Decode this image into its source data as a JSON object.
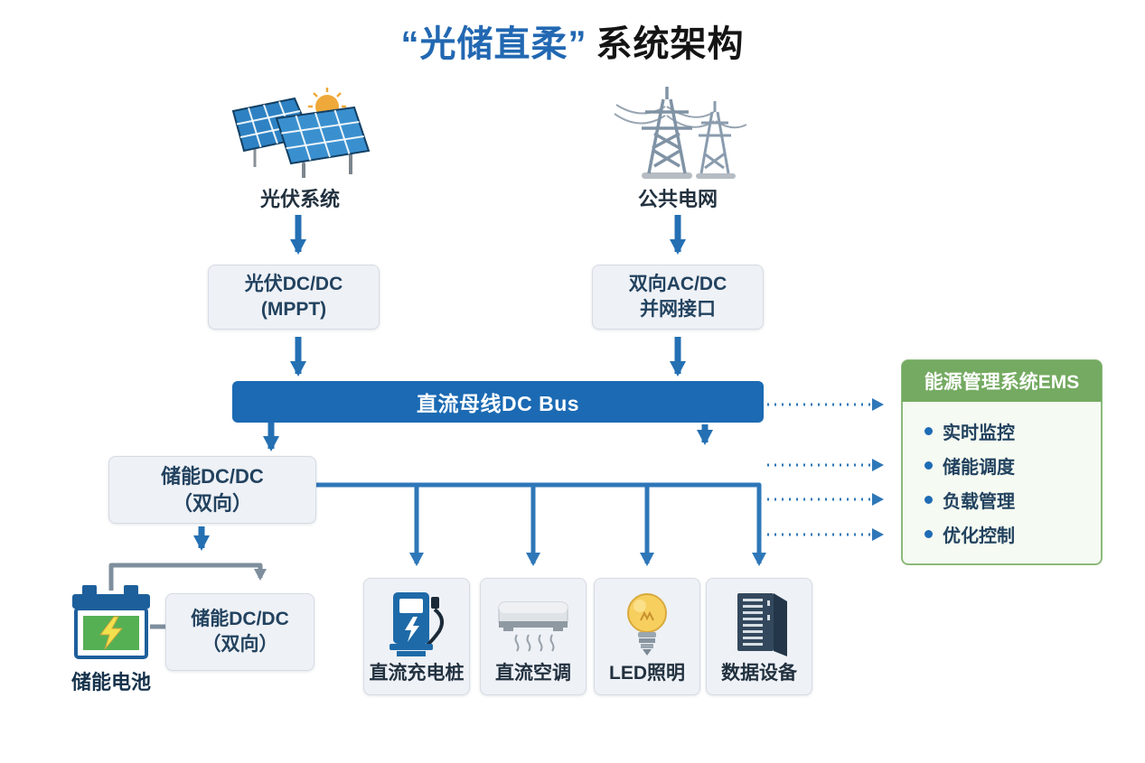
{
  "title": {
    "highlight": "“光储直柔”",
    "rest": "系统架构"
  },
  "sources": {
    "pv": {
      "label": "光伏系统",
      "icon": "solar-panel-icon"
    },
    "grid": {
      "label": "公共电网",
      "icon": "power-towers-icon"
    }
  },
  "converters": {
    "pv_dcdc": {
      "line1": "光伏DC/DC",
      "line2": "(MPPT)"
    },
    "grid_acdc": {
      "line1": "双向AC/DC",
      "line2": "并网接口"
    },
    "storage_dcdc": {
      "line1": "储能DC/DC",
      "line2": "（双向）"
    },
    "storage_dcdc_2": {
      "line1": "储能DC/DC",
      "line2": "（双向）"
    }
  },
  "bus": {
    "label": "直流母线DC Bus"
  },
  "battery": {
    "label": "储能电池",
    "icon": "battery-icon"
  },
  "loads": [
    {
      "label": "直流充电桩",
      "icon": "ev-charger-icon"
    },
    {
      "label": "直流空调",
      "icon": "air-conditioner-icon"
    },
    {
      "label": "LED照明",
      "icon": "light-bulb-icon"
    },
    {
      "label": "数据设备",
      "icon": "server-icon"
    }
  ],
  "ems": {
    "title": "能源管理系统EMS",
    "items": [
      "实时监控",
      "储能调度",
      "负载管理",
      "优化控制"
    ]
  },
  "colors": {
    "accent_blue": "#1e6cb5",
    "bus_blue": "#1b6ab3",
    "arrow_blue": "#2470b3",
    "branch_blue": "#2e77b8",
    "node_bg": "#eef1f6",
    "node_border": "#d6dce4",
    "text_dark": "#22425f",
    "ems_green": "#74aa61",
    "ems_bg": "#f5faf2",
    "ems_border": "#8cba7c",
    "gray_connector": "#7e8e9c",
    "battery_green": "#55b054",
    "bolt_yellow": "#f3e04d"
  }
}
